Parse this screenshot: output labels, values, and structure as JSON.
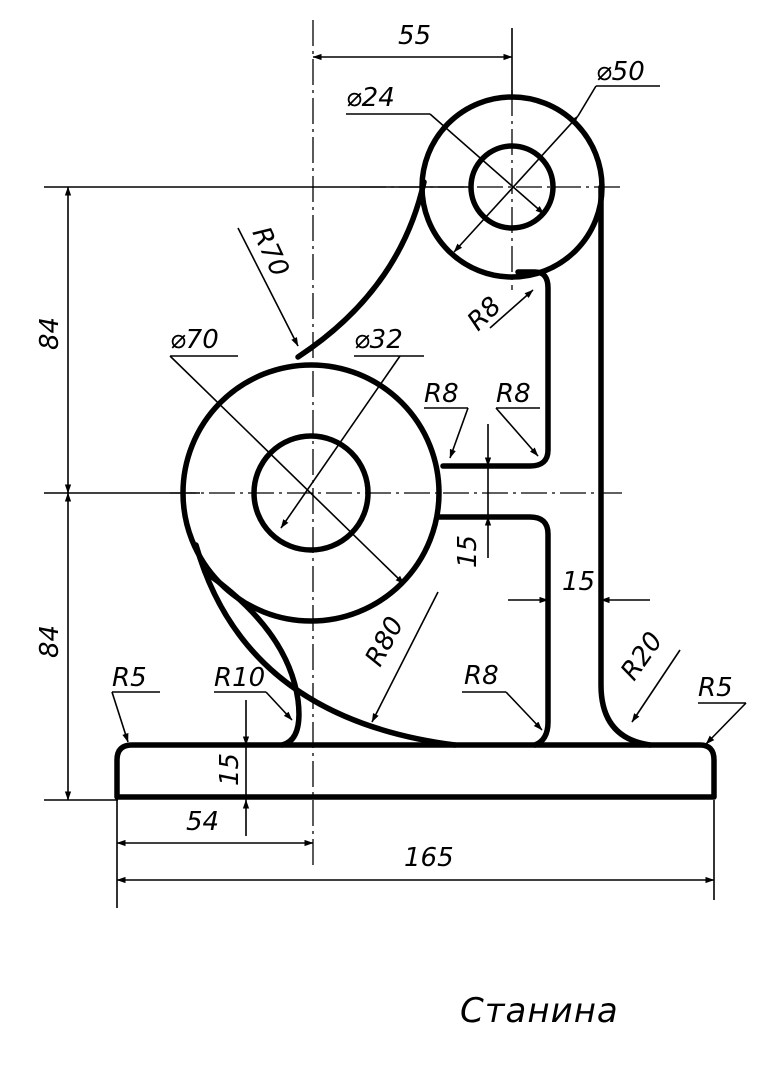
{
  "title": "Станина",
  "dimensions": {
    "d50": "⌀50",
    "d24": "⌀24",
    "d70": "⌀70",
    "d32": "⌀32",
    "h55": "55",
    "v84_top": "84",
    "v84_bottom": "84",
    "r70": "R70",
    "r8_upper": "R8",
    "r8_mid_left": "R8",
    "r8_mid_right": "R8",
    "r8_lower": "R8",
    "t15_web": "15",
    "t15_wall": "15",
    "t15_base": "15",
    "r80": "R80",
    "r20": "R20",
    "r5_left": "R5",
    "r5_right": "R5",
    "r10": "R10",
    "h54": "54",
    "h165": "165"
  }
}
